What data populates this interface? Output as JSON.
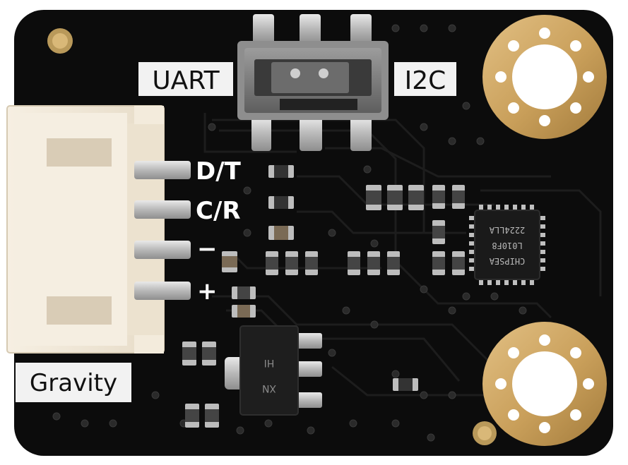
{
  "board": {
    "mode_left_label": "UART",
    "mode_right_label": "I2C",
    "brand_label": "Gravity",
    "pin_labels": [
      "D/T",
      "C/R",
      "−",
      "+"
    ],
    "chip_markings": [
      "CHIPSEA",
      "L010F8",
      "2224LLA"
    ],
    "regulator_markings": [
      "XN",
      "HI"
    ]
  },
  "colors": {
    "pcb": "#0c0c0c",
    "silkscreen": "#ffffff",
    "gold_pad": "#d3ac6a",
    "connector": "#f3eadb",
    "solder": "#c9c9c9"
  }
}
